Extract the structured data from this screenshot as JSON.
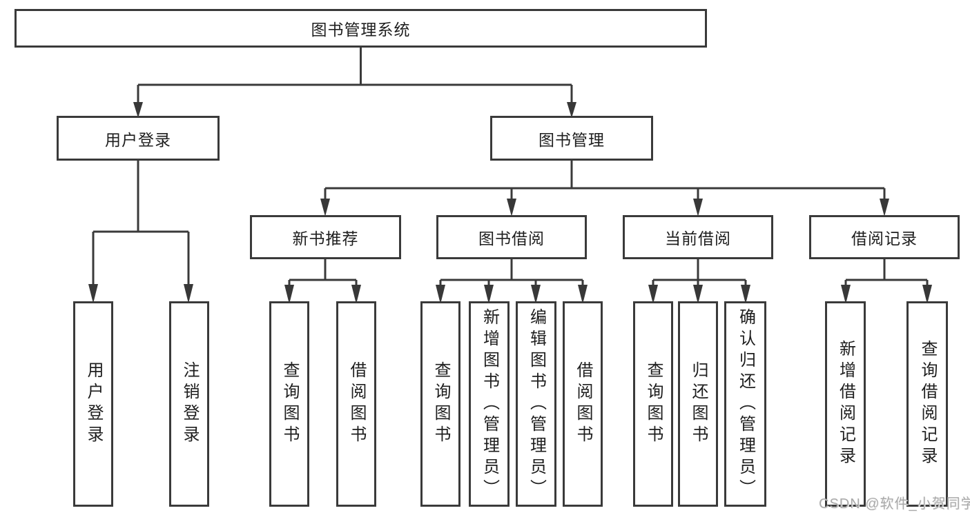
{
  "tree": {
    "root": {
      "label": "图书管理系统"
    },
    "level2": [
      {
        "label": "用户登录",
        "children": [
          {
            "label": "用户登录"
          },
          {
            "label": "注销登录"
          }
        ]
      },
      {
        "label": "图书管理",
        "children": [
          {
            "label": "新书推荐",
            "children": [
              {
                "label": "查询图书"
              },
              {
                "label": "借阅图书"
              }
            ]
          },
          {
            "label": "图书借阅",
            "children": [
              {
                "label": "查询图书"
              },
              {
                "label": "新增图书（管理员）"
              },
              {
                "label": "编辑图书（管理员）"
              },
              {
                "label": "借阅图书"
              }
            ]
          },
          {
            "label": "当前借阅",
            "children": [
              {
                "label": "查询图书"
              },
              {
                "label": "归还图书"
              },
              {
                "label": "确认归还（管理员）"
              }
            ]
          },
          {
            "label": "借阅记录",
            "children": [
              {
                "label": "新增借阅记录"
              },
              {
                "label": "查询借阅记录"
              }
            ]
          }
        ]
      }
    ]
  },
  "watermark": {
    "text": "CSDN @软件_小贺同学"
  },
  "colors": {
    "line": "#3a3a3a",
    "arrow": "#383838",
    "text": "#1e1e1e",
    "box_background": "#ffffff",
    "watermark": "#a9a9a9"
  }
}
